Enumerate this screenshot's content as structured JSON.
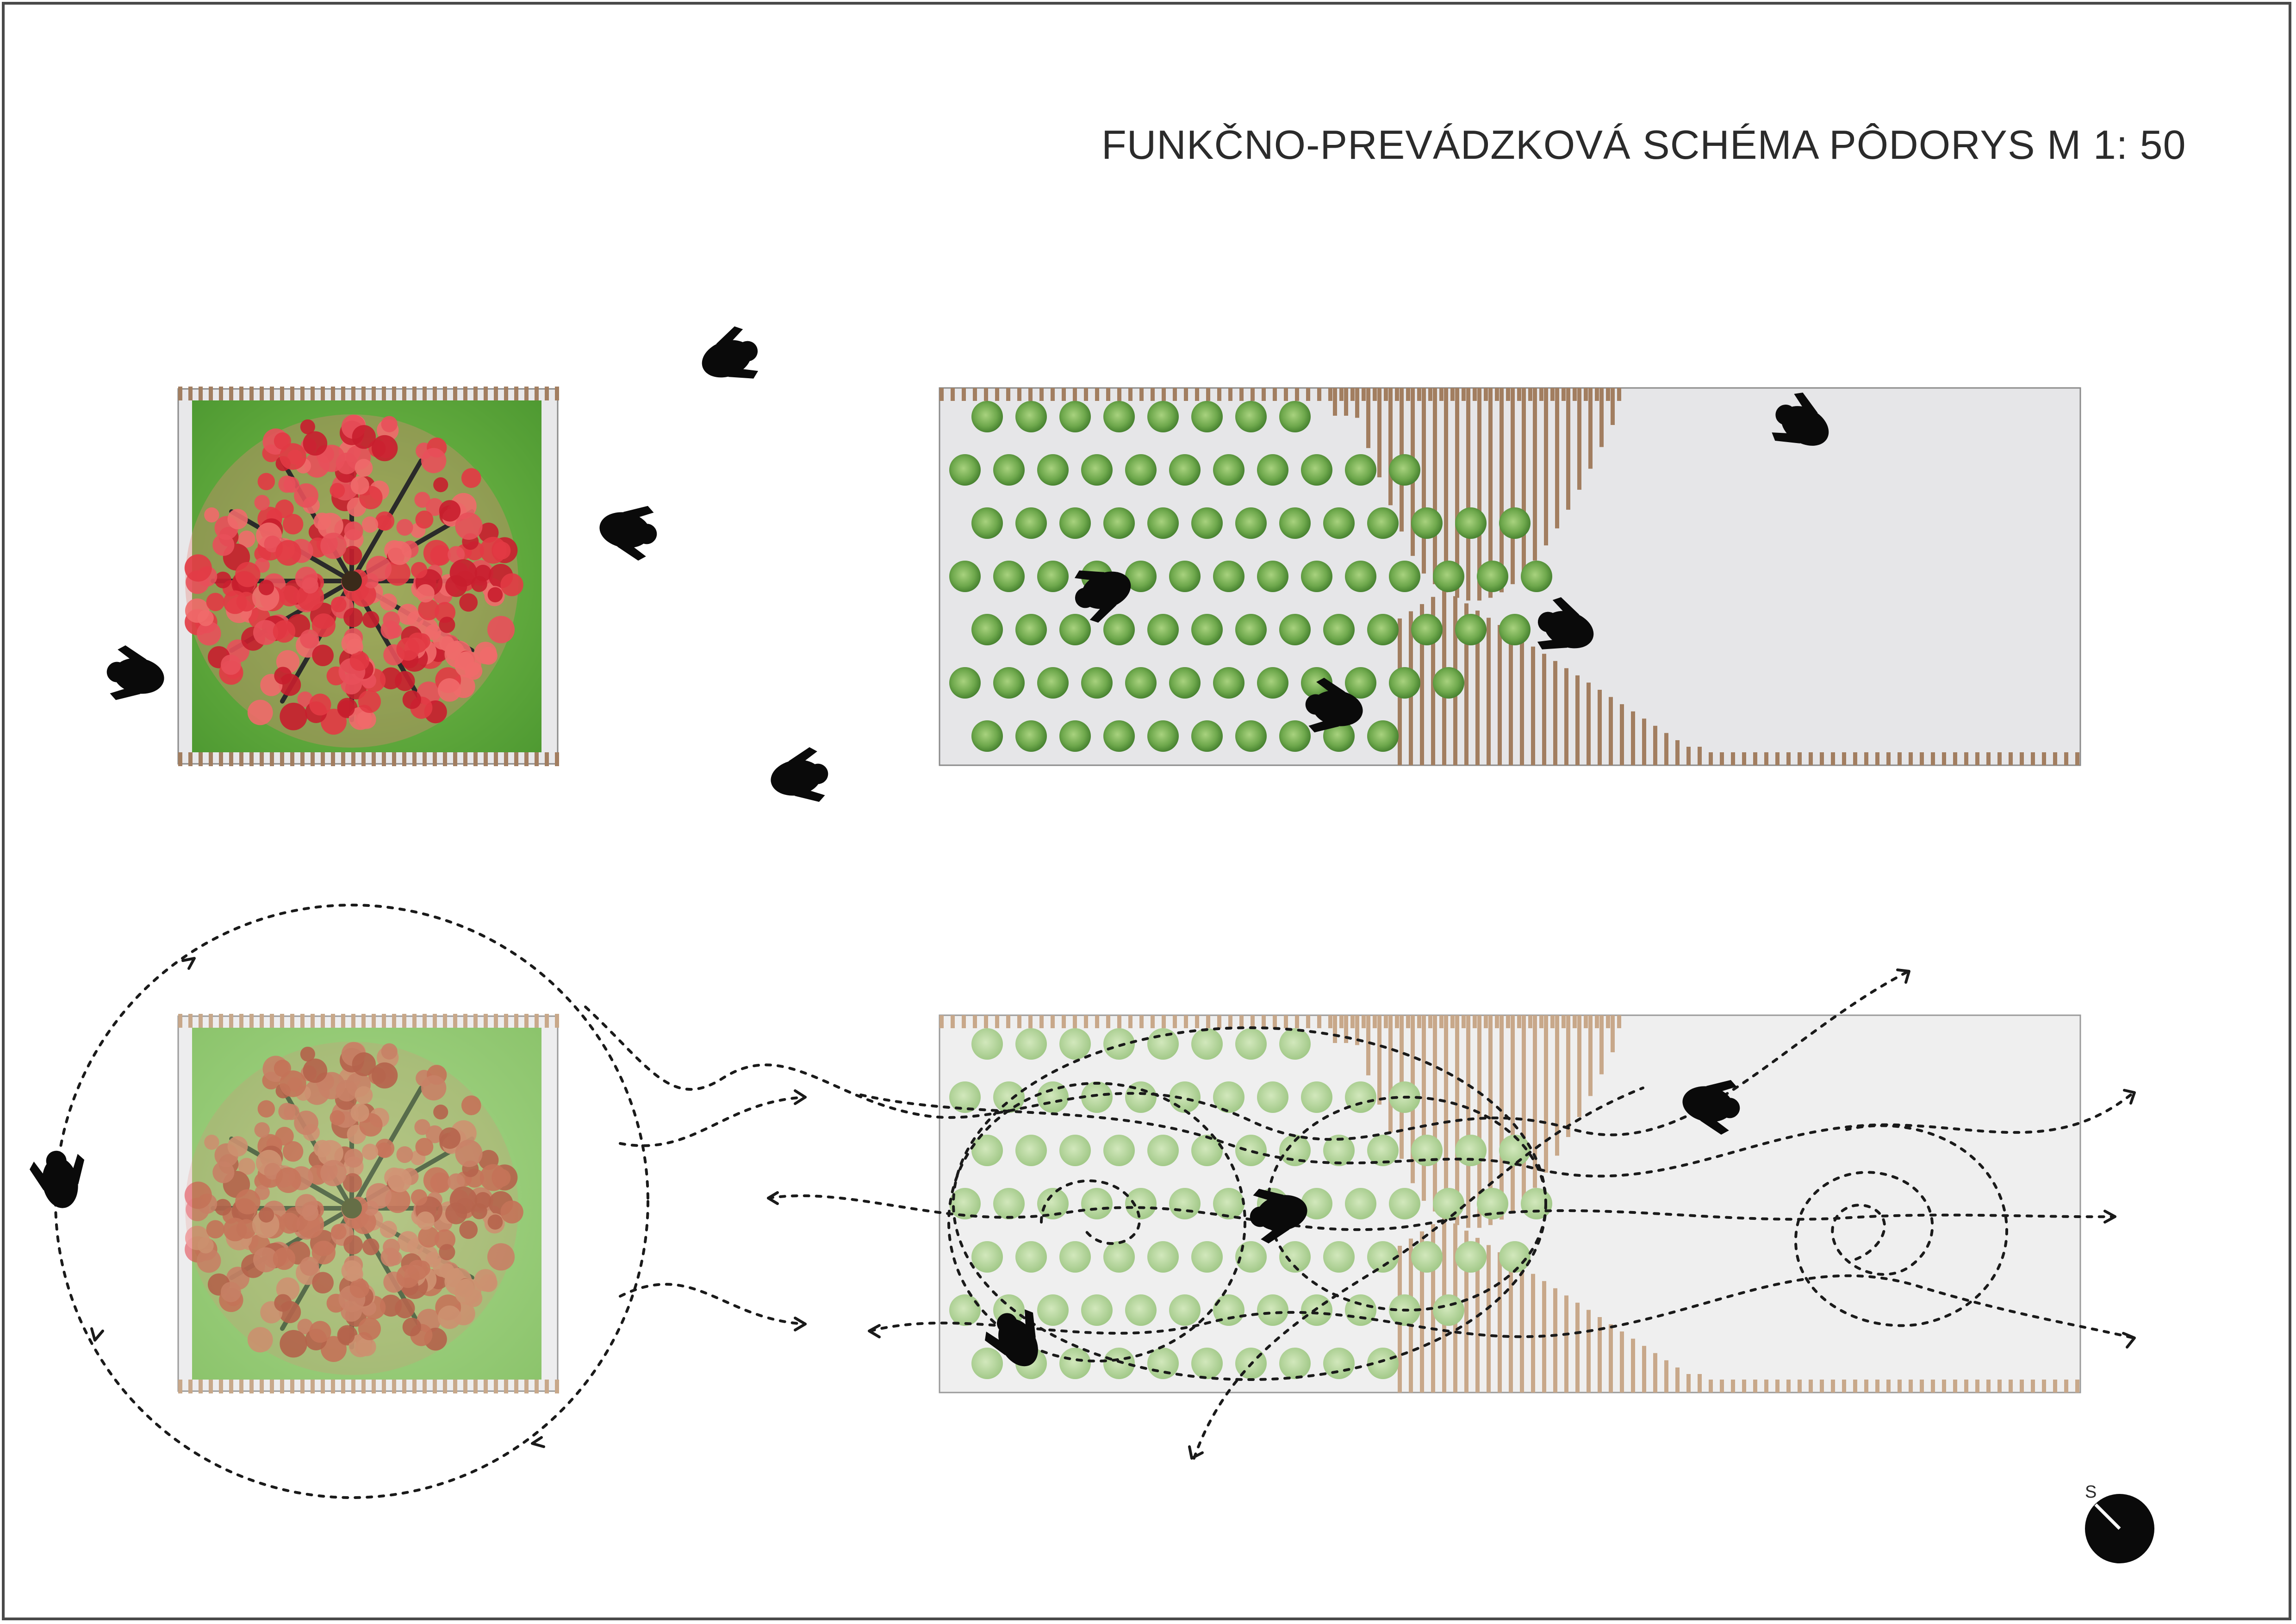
{
  "title": "FUNKČNO-PREVÁDZKOVÁ SCHÉMA PÔDORYS M 1: 50",
  "north_arrow": {
    "label": "S"
  },
  "colors": {
    "paving": "#e6e6e8",
    "paving_faded": "#efefef",
    "wood_slats": "#a27e60",
    "wood_slats_faded": "#c8a88a",
    "lawn": "#5fae3a",
    "blossom": "#e23a44",
    "shrub": "#6ea84c",
    "silhouette": "#0a0a0a",
    "flow_lines": "#1a1a1a"
  },
  "plans": [
    {
      "id": "top-plan",
      "elements": [
        "tree-planter",
        "linear-planter",
        "visitor-silhouettes"
      ]
    },
    {
      "id": "bottom-plan",
      "elements": [
        "tree-planter",
        "linear-planter",
        "movement-flow-lines",
        "visitor-silhouettes"
      ]
    }
  ]
}
